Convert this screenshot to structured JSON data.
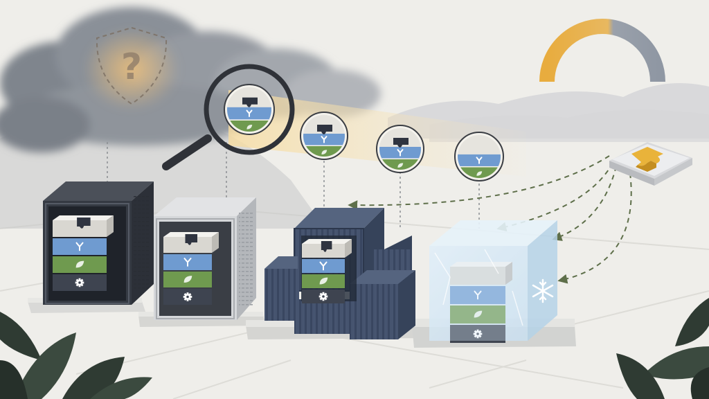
{
  "scene": {
    "title": "",
    "question_mark": "?",
    "stack_count": 4,
    "colors": {
      "background": "#efeeea",
      "cloud": "#8d939b",
      "magnifier_glow": "#f6e3b0",
      "cap_layer": "#e6e4de",
      "blue_layer": "#6f9bd0",
      "green_layer": "#6f9a4f",
      "gear_layer": "#3e4450",
      "server_rack": "#3a3f48",
      "steel_cabinet": "#cfd1d4",
      "shipping_container": "#42506c",
      "ice_cube": "#cde4f3",
      "puzzle_gold": "#e9b33a",
      "gauge_gold": "#e8ac3e",
      "gauge_gray": "#8f97a3",
      "dashed_arrow": "#5e6f4a",
      "plant": "#2f3b33"
    },
    "icons": {
      "shield": "shield-icon",
      "magnifier": "magnifier-icon",
      "puzzle_piece": "puzzle-piece-icon",
      "branch": "branch-icon",
      "leaf": "leaf-icon",
      "gear": "gear-icon",
      "snowflake": "snowflake-icon",
      "gauge": "gauge-icon"
    },
    "environments": [
      {
        "kind": "server-rack",
        "icon": "server-rack-icon"
      },
      {
        "kind": "steel-cabinet",
        "icon": "cabinet-icon"
      },
      {
        "kind": "shipping-containers",
        "icon": "container-icon"
      },
      {
        "kind": "ice-block",
        "icon": "ice-block-icon"
      }
    ],
    "gauge_level": 0.6
  }
}
